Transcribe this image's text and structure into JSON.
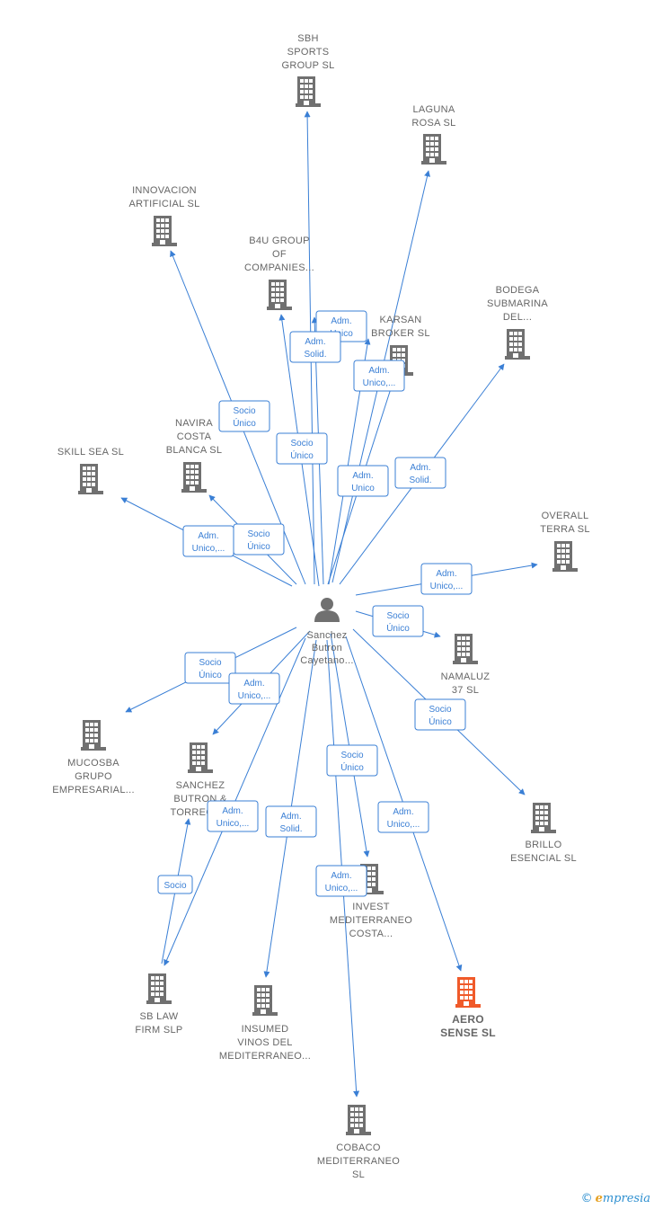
{
  "colors": {
    "edge": "#3a7fd5",
    "node": "#707070",
    "focus": "#f05a2a",
    "label": "#666666"
  },
  "person": {
    "lines": [
      "Sanchez",
      "Butron",
      "Cayetano..."
    ],
    "icon": "person-icon"
  },
  "companies": [
    {
      "id": "sbh",
      "lines": [
        "SBH",
        "SPORTS",
        "GROUP  SL"
      ]
    },
    {
      "id": "laguna",
      "lines": [
        "LAGUNA",
        "ROSA  SL"
      ]
    },
    {
      "id": "innovacion",
      "lines": [
        "INNOVACION",
        "ARTIFICIAL  SL"
      ]
    },
    {
      "id": "b4u",
      "lines": [
        "B4U GROUP",
        "OF",
        "COMPANIES..."
      ]
    },
    {
      "id": "karsan",
      "lines": [
        "KARSAN",
        "BROKER SL"
      ]
    },
    {
      "id": "bodega",
      "lines": [
        "BODEGA",
        "SUBMARINA",
        "DEL..."
      ]
    },
    {
      "id": "navira",
      "lines": [
        "NAVIRA",
        "COSTA",
        "BLANCA  SL"
      ]
    },
    {
      "id": "skillsea",
      "lines": [
        "SKILL SEA  SL"
      ]
    },
    {
      "id": "overall",
      "lines": [
        "OVERALL",
        "TERRA  SL"
      ]
    },
    {
      "id": "namaluz",
      "lines": [
        "NAMALUZ",
        "37  SL"
      ]
    },
    {
      "id": "mucosba",
      "lines": [
        "MUCOSBA",
        "GRUPO",
        "EMPRESARIAL..."
      ]
    },
    {
      "id": "sanchezbutron",
      "lines": [
        "SANCHEZ",
        "BUTRON &",
        "TORREGR..."
      ]
    },
    {
      "id": "brillo",
      "lines": [
        "BRILLO",
        "ESENCIAL  SL"
      ]
    },
    {
      "id": "invest",
      "lines": [
        "INVEST",
        "MEDITERRANEO",
        "COSTA..."
      ]
    },
    {
      "id": "sblaw",
      "lines": [
        "SB LAW",
        "FIRM  SLP"
      ]
    },
    {
      "id": "insumed",
      "lines": [
        "INSUMED",
        "VINOS DEL",
        "MEDITERRANEO..."
      ]
    },
    {
      "id": "aero",
      "lines": [
        "AERO",
        "SENSE  SL"
      ],
      "focus": true
    },
    {
      "id": "cobaco",
      "lines": [
        "COBACO",
        "MEDITERRANEO",
        "SL"
      ]
    }
  ],
  "relations": [
    {
      "id": "r-sbh",
      "lines": [
        "Adm.",
        "Unico"
      ]
    },
    {
      "id": "r-b4u",
      "lines": [
        "Adm.",
        "Solid."
      ]
    },
    {
      "id": "r-karsan",
      "lines": [
        "Adm.",
        "Unico,..."
      ]
    },
    {
      "id": "r-innovacion",
      "lines": [
        "Socio",
        "Único"
      ]
    },
    {
      "id": "r-b4u-socio",
      "lines": [
        "Socio",
        "Único"
      ]
    },
    {
      "id": "r-laguna",
      "lines": [
        "Adm.",
        "Unico"
      ]
    },
    {
      "id": "r-bodega",
      "lines": [
        "Adm.",
        "Solid."
      ]
    },
    {
      "id": "r-skillsea",
      "lines": [
        "Adm.",
        "Unico,..."
      ]
    },
    {
      "id": "r-navira",
      "lines": [
        "Socio",
        "Único"
      ]
    },
    {
      "id": "r-overall",
      "lines": [
        "Adm.",
        "Unico,..."
      ]
    },
    {
      "id": "r-namaluz",
      "lines": [
        "Socio",
        "Único"
      ]
    },
    {
      "id": "r-mucosba",
      "lines": [
        "Socio",
        "Único"
      ]
    },
    {
      "id": "r-sanchezbutron",
      "lines": [
        "Adm.",
        "Unico,..."
      ]
    },
    {
      "id": "r-brillo",
      "lines": [
        "Socio",
        "Único"
      ]
    },
    {
      "id": "r-invest",
      "lines": [
        "Socio",
        "Único"
      ]
    },
    {
      "id": "r-sblaw",
      "lines": [
        "Adm.",
        "Unico,..."
      ]
    },
    {
      "id": "r-insumed",
      "lines": [
        "Adm.",
        "Solid."
      ]
    },
    {
      "id": "r-aero",
      "lines": [
        "Adm.",
        "Unico,..."
      ]
    },
    {
      "id": "r-cobaco",
      "lines": [
        "Adm.",
        "Unico,..."
      ]
    },
    {
      "id": "r-socio",
      "lines": [
        "Socio"
      ]
    }
  ],
  "footer": {
    "copyright": "©",
    "brand_e": "e",
    "brand_rest": "mpresia"
  }
}
